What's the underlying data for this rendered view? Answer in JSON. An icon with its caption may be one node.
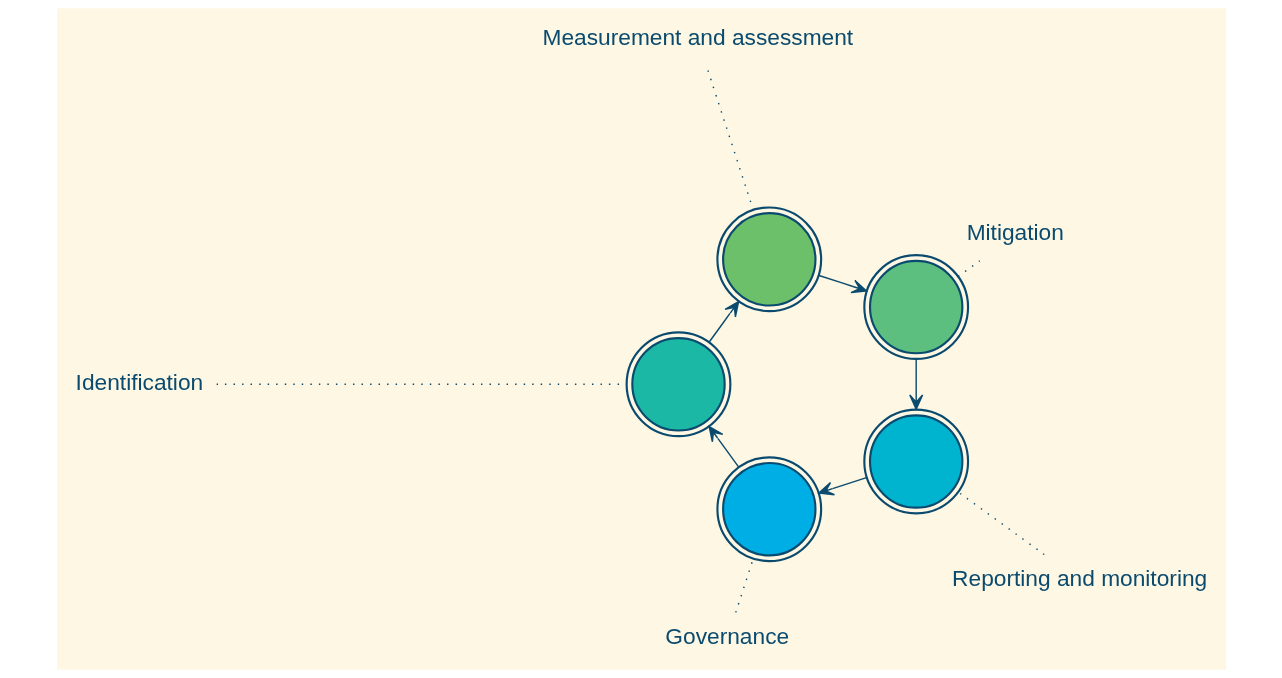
{
  "diagram": {
    "nodes": [
      {
        "text": [
          "Identification"
        ]
      },
      {
        "text": [],
        "shape": "circle"
      },
      {
        "text": [
          "Governance"
        ]
      },
      {
        "text": [],
        "shape": "circle"
      },
      {
        "text": [],
        "shape": "circle"
      },
      {
        "text": [
          "Measurement and assessment"
        ]
      },
      {
        "text": [
          "Reporting and monitoring"
        ]
      },
      {
        "text": [],
        "shape": "circle"
      },
      {
        "text": [],
        "shape": "circle"
      },
      {
        "text": [
          "Mitigation"
        ]
      }
    ],
    "edges": [
      {
        "from": 1,
        "to": 4,
        "arrow": "to"
      },
      {
        "from": 4,
        "to": 8,
        "arrow": "to"
      },
      {
        "from": 8,
        "to": 7,
        "arrow": "to"
      },
      {
        "from": 7,
        "to": 3,
        "arrow": "to"
      },
      {
        "from": 3,
        "to": 1,
        "arrow": "to"
      },
      {
        "from": 0,
        "to": 1,
        "arrow": "none",
        "style": "dashed"
      },
      {
        "from": 2,
        "to": 3,
        "arrow": "none",
        "style": "dashed"
      },
      {
        "from": 4,
        "to": 5,
        "arrow": "none",
        "style": "dashed"
      },
      {
        "from": 6,
        "to": 7,
        "arrow": "none",
        "style": "dashed"
      },
      {
        "from": 8,
        "to": 9,
        "arrow": "none",
        "style": "dashed"
      }
    ]
  }
}
